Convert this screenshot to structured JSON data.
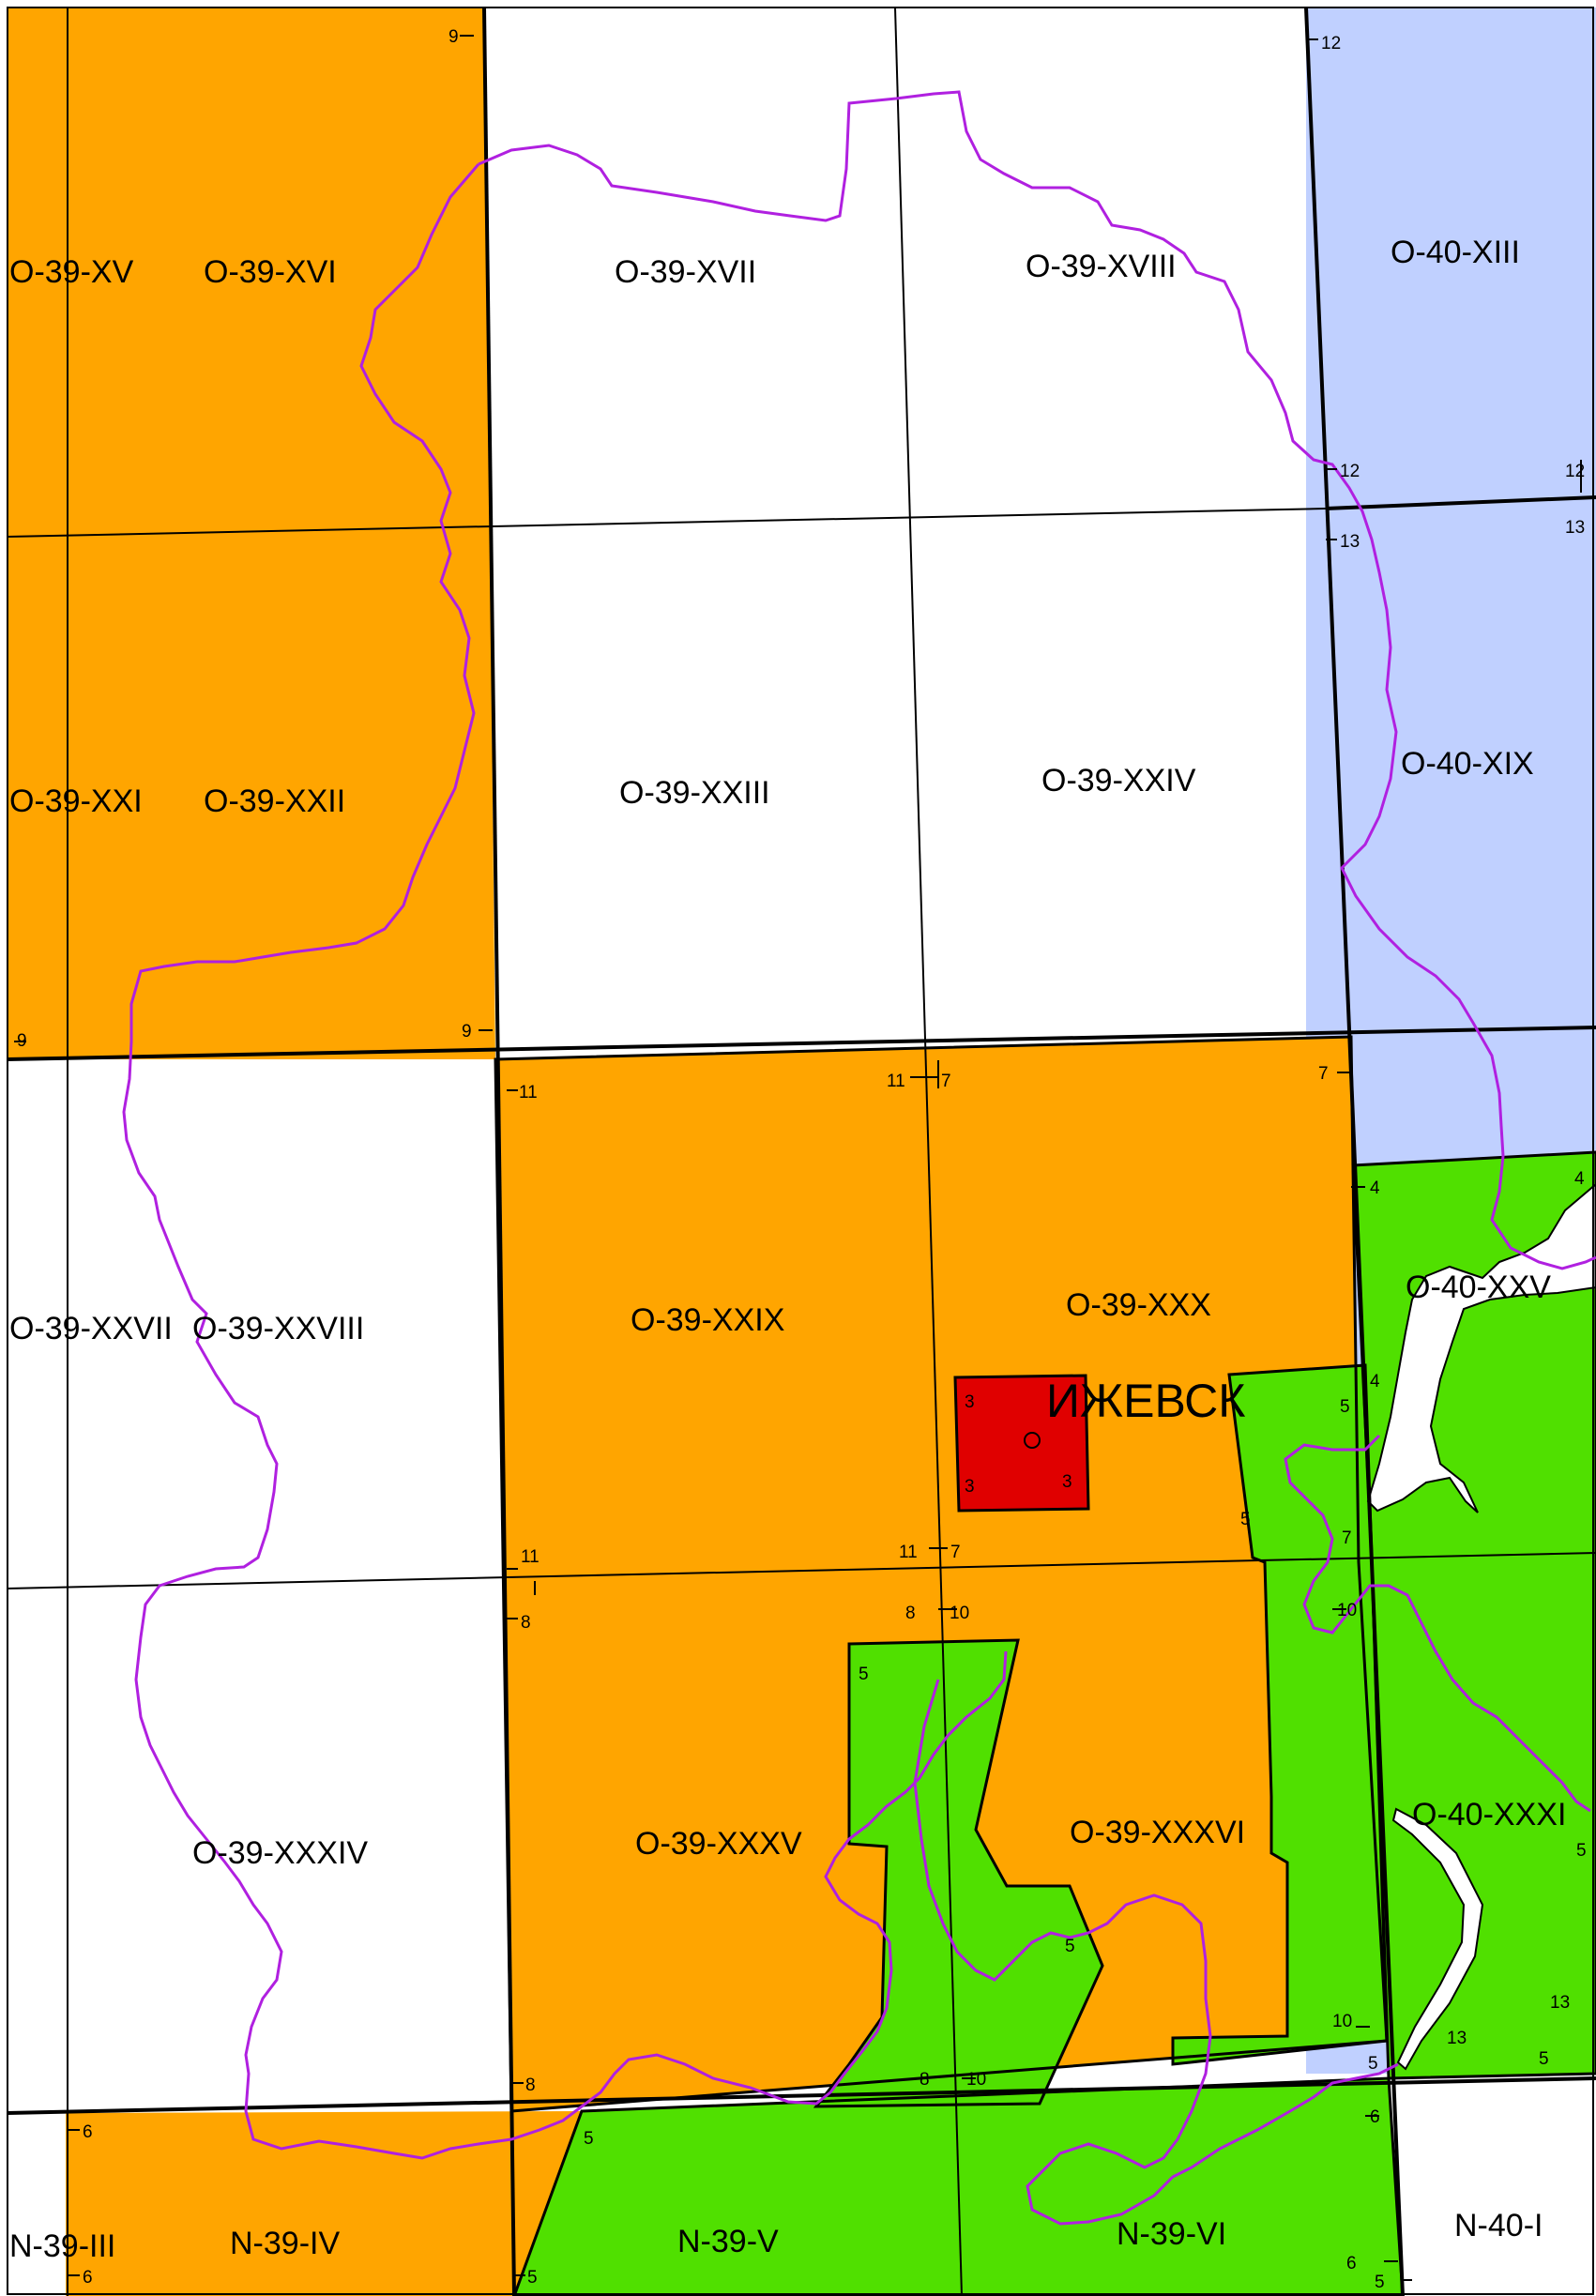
{
  "map": {
    "colors": {
      "orange": "#FFA500",
      "white": "#FFFFFF",
      "blue": "#C0D0FF",
      "green": "#50E000",
      "red": "#E00000",
      "boundary": "#B020E0",
      "grid": "#000000"
    },
    "city": {
      "name": "ИЖЕВСК"
    },
    "sheets": {
      "o39_xv": "O-39-XV",
      "o39_xvi": "O-39-XVI",
      "o39_xvii": "O-39-XVII",
      "o39_xviii": "O-39-XVIII",
      "o40_xiii": "O-40-XIII",
      "o39_xxi": "O-39-XXI",
      "o39_xxii": "O-39-XXII",
      "o39_xxiii": "O-39-XXIII",
      "o39_xxiv": "O-39-XXIV",
      "o40_xix": "O-40-XIX",
      "o39_xxvii": "O-39-XXVII",
      "o39_xxviii": "O-39-XXVIII",
      "o39_xxix": "O-39-XXIX",
      "o39_xxx": "O-39-XXX",
      "o40_xxv": "O-40-XXV",
      "o39_xxxiv": "O-39-XXXIV",
      "o39_xxxv": "O-39-XXXV",
      "o39_xxxvi": "O-39-XXXVI",
      "o40_xxxi": "O-40-XXXI",
      "n39_iii": "N-39-III",
      "n39_iv": "N-39-IV",
      "n39_v": "N-39-V",
      "n39_vi": "N-39-VI",
      "n40_i": "N-40-I"
    },
    "ticks": {
      "t9": "9",
      "t12": "12",
      "t13": "13",
      "t11": "11",
      "t7": "7",
      "t4": "4",
      "t3": "3",
      "t5": "5",
      "t8": "8",
      "t10": "10",
      "t6": "6"
    }
  }
}
